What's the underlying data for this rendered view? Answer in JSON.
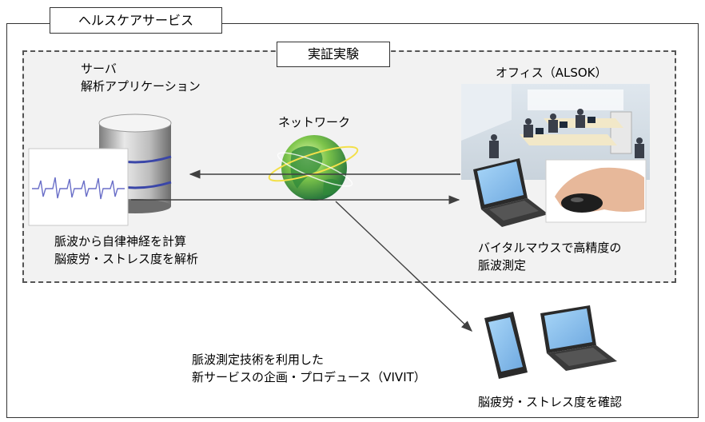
{
  "service_label": "ヘルスケアサービス",
  "trial_label": "実証実験",
  "server": {
    "title_line1": "サーバ",
    "title_line2": "解析アプリケーション",
    "caption_line1": "脈波から自律神経を計算",
    "caption_line2": "脳疲労・ストレス度を解析"
  },
  "network_label": "ネットワーク",
  "office": {
    "title": "オフィス（ALSOK）",
    "caption_line1": "バイタルマウスで高精度の",
    "caption_line2": "脈波測定"
  },
  "vivit": {
    "line1": "脈波測定技術を利用した",
    "line2": "新サービスの企画・プロデュース（VIVIT）"
  },
  "devices_caption": "脳疲労・ストレス度を確認",
  "colors": {
    "border": "#333333",
    "trial_bg": "#f2f2f2",
    "arrow": "#404040",
    "waveform": "#6a6fc8",
    "db_band": "#3a46a8",
    "screen": "#8fc4f0"
  },
  "icons": [
    "database-icon",
    "waveform-icon",
    "globe-icon",
    "office-photo",
    "laptop-icon",
    "mouse-photo",
    "smartphone-icon"
  ]
}
